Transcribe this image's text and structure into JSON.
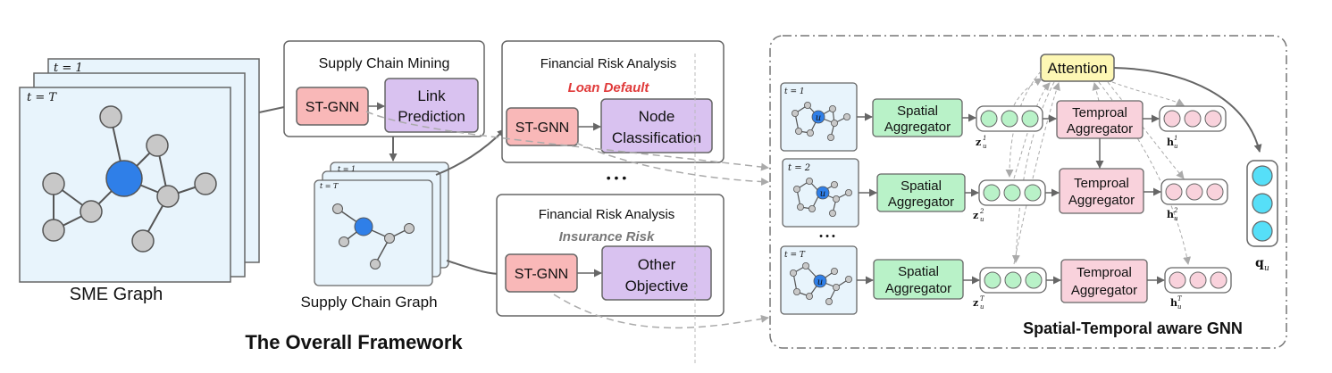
{
  "overall": {
    "title": "The Overall Framework",
    "sme_graph_label": "SME Graph",
    "sme_front_time": "t = T",
    "sme_back_time": "t = 1",
    "supply_graph_label": "Supply Chain Graph",
    "supply_front_time": "t = T",
    "supply_back_time": "t = 1"
  },
  "supply_mining": {
    "title": "Supply Chain Mining",
    "stgnn": "ST-GNN",
    "task_line1": "Link",
    "task_line2": "Prediction"
  },
  "risk_loan": {
    "title": "Financial Risk Analysis",
    "subtitle": "Loan Default",
    "stgnn": "ST-GNN",
    "task_line1": "Node",
    "task_line2": "Classification"
  },
  "risk_insurance": {
    "title": "Financial Risk Analysis",
    "subtitle": "Insurance Risk",
    "stgnn": "ST-GNN",
    "task_line1": "Other",
    "task_line2": "Objective"
  },
  "ellipsis": "• • •",
  "stgnn_panel": {
    "title": "Spatial-Temporal aware GNN",
    "attention": "Attention",
    "vertical_dots": "• • •",
    "rows": [
      {
        "time": "t = 1",
        "spatial_line1": "Spatial",
        "spatial_line2": "Aggregator",
        "z": "z",
        "z_sup": "1",
        "temporal_line1": "Temproal",
        "temporal_line2": "Aggregator",
        "h": "h",
        "h_sup": "1"
      },
      {
        "time": "t = 2",
        "spatial_line1": "Spatial",
        "spatial_line2": "Aggregator",
        "z": "z",
        "z_sup": "2",
        "temporal_line1": "Temproal",
        "temporal_line2": "Aggregator",
        "h": "h",
        "h_sup": "2"
      },
      {
        "time": "t = T",
        "spatial_line1": "Spatial",
        "spatial_line2": "Aggregator",
        "z": "z",
        "z_sup": "T",
        "temporal_line1": "Temproal",
        "temporal_line2": "Aggregator",
        "h": "h",
        "h_sup": "T"
      }
    ],
    "node_label": "u",
    "sub_u": "u",
    "output": "q",
    "output_sub": "u"
  },
  "colors": {
    "stgnn_fill": "#f9b8b8",
    "task_fill": "#d9c2f0",
    "spatial_fill": "#b9f2c8",
    "temporal_fill": "#f9d2dc",
    "attention_fill": "#fdf7b4",
    "graph_bg": "#e8f4fc",
    "node_blue": "#2f7fe8",
    "node_gray": "#c8c8c8",
    "vec_green": "#b9f2c8",
    "vec_pink": "#f9d2dc",
    "vec_cyan": "#56dff8",
    "loan_red": "#e03a3a"
  }
}
